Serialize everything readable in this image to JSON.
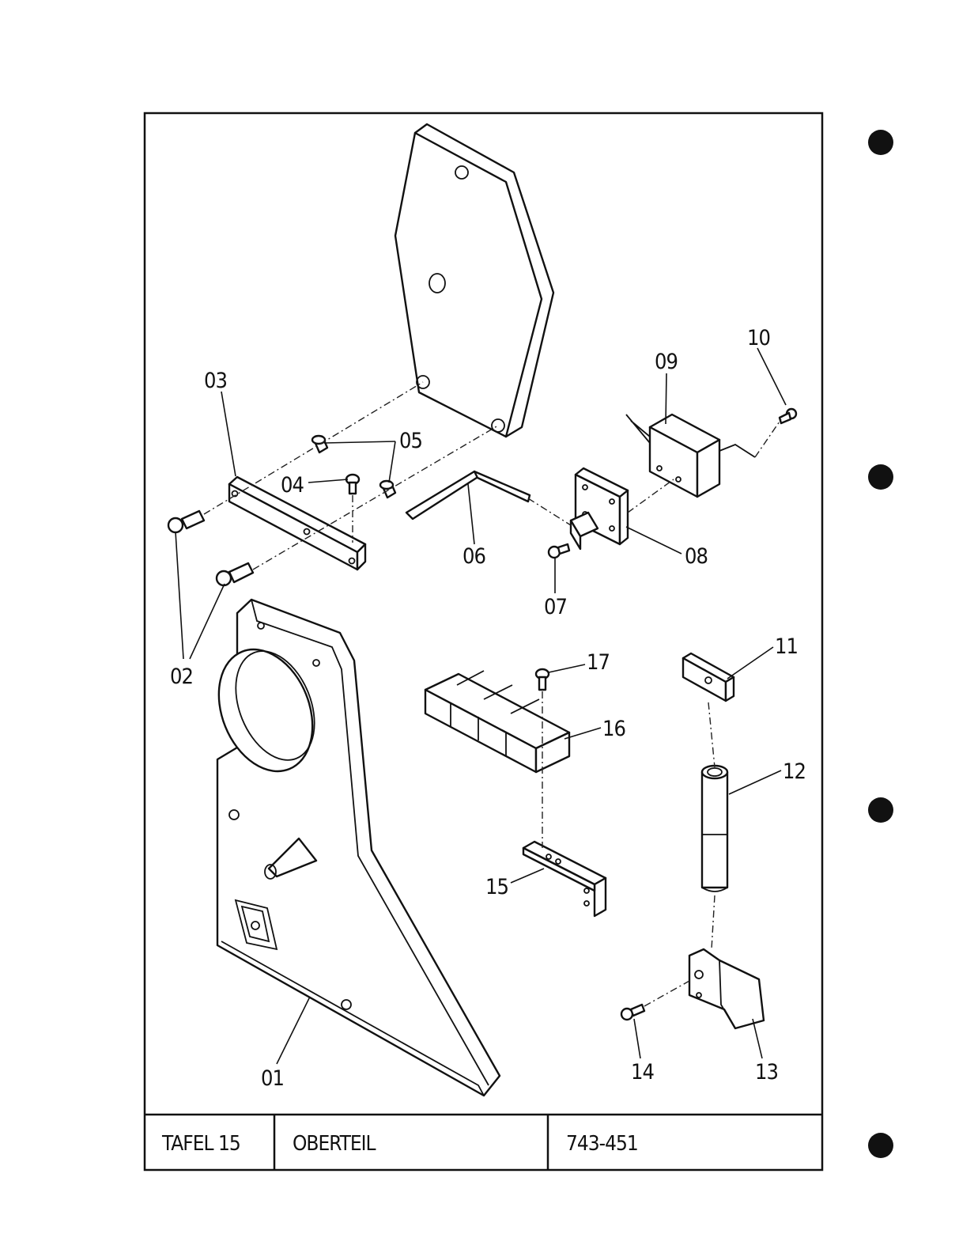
{
  "title_block": {
    "plate": "TAFEL 15",
    "name": "OBERTEIL",
    "number": "743-451"
  },
  "part_labels": {
    "p01": "01",
    "p02": "02",
    "p03": "03",
    "p04": "04",
    "p05": "05",
    "p06": "06",
    "p07": "07",
    "p08": "08",
    "p09": "09",
    "p10": "10",
    "p11": "11",
    "p12": "12",
    "p13": "13",
    "p14": "14",
    "p15": "15",
    "p16": "16",
    "p17": "17"
  },
  "colors": {
    "ink": "#111111",
    "paper": "#ffffff"
  }
}
